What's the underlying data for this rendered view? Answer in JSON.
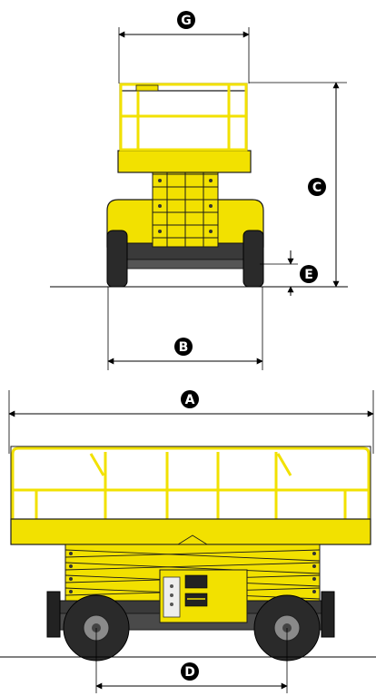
{
  "labels": {
    "width_platform": "G",
    "wheel_track": "B",
    "overall_height": "C",
    "ground_clearance": "E",
    "overall_length": "A",
    "wheelbase": "D"
  },
  "colors": {
    "machine_yellow": "#F2E100",
    "outline": "#1a1a1a",
    "tire": "#2a2a2a",
    "hub": "#8a8a8a",
    "dimension_line": "#000000",
    "label_badge": "#000000"
  }
}
